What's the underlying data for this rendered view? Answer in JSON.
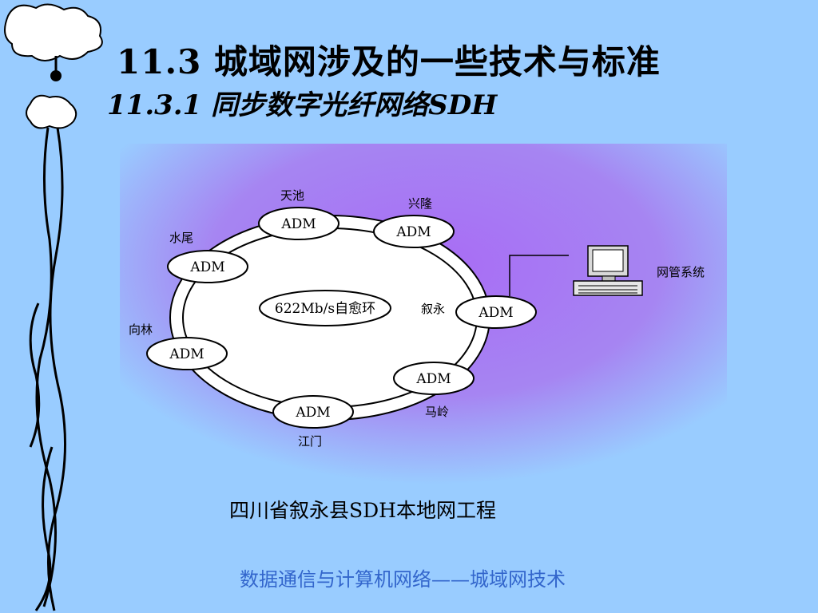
{
  "slide": {
    "title": "11.3  城域网涉及的一些技术与标准",
    "subtitle": "11.3.1  同步数字光纤网络SDH",
    "caption": "四川省叙永县SDH本地网工程",
    "footer": "数据通信与计算机网络——城域网技术"
  },
  "diagram": {
    "ring_label": "622Mb/s自愈环",
    "management_label": "网管系统",
    "nodes": [
      {
        "label": "ADM",
        "site": "天池"
      },
      {
        "label": "ADM",
        "site": "兴隆"
      },
      {
        "label": "ADM",
        "site": "水尾"
      },
      {
        "label": "ADM",
        "site": "叙永"
      },
      {
        "label": "ADM",
        "site": "向林"
      },
      {
        "label": "ADM",
        "site": "马岭"
      },
      {
        "label": "ADM",
        "site": "江门"
      }
    ]
  },
  "colors": {
    "background": "#99ccff",
    "glow": "#a86cf5",
    "footer_text": "#3366cc"
  }
}
